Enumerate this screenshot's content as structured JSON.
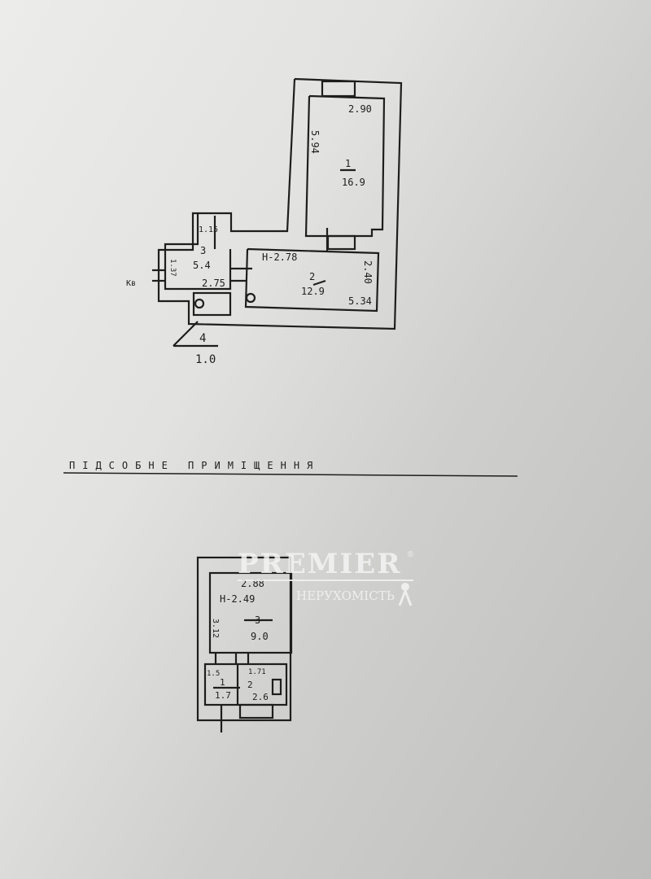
{
  "upper_plan": {
    "room1": {
      "number": "1",
      "area": "16.9",
      "width": "2.90",
      "length": "5.94"
    },
    "room2": {
      "number": "2",
      "area": "12.9",
      "height": "Н-2.78",
      "width": "2.40",
      "length": "5.34"
    },
    "room3": {
      "number": "3",
      "area": "5.4",
      "dim_top": "1.15",
      "dim_bottom": "2.75",
      "dim_side": "1.37"
    },
    "room4": {
      "number": "4",
      "area": "1.0"
    },
    "apartment_label": "Кв"
  },
  "section_title": "ПІДСОБНЕ ПРИМІЩЕННЯ",
  "lower_plan": {
    "room3": {
      "number": "3",
      "area": "9.0",
      "width": "2.88",
      "height": "Н-2.49",
      "length": "3.12"
    },
    "room1": {
      "number": "1",
      "area": "1.7",
      "dim": "1.5"
    },
    "room2": {
      "number": "2",
      "area": "2.6",
      "dim": "1.71"
    }
  },
  "watermark": {
    "brand": "PREMIER",
    "subtitle": "НЕРУХОМІСТЬ",
    "mark": "®"
  }
}
